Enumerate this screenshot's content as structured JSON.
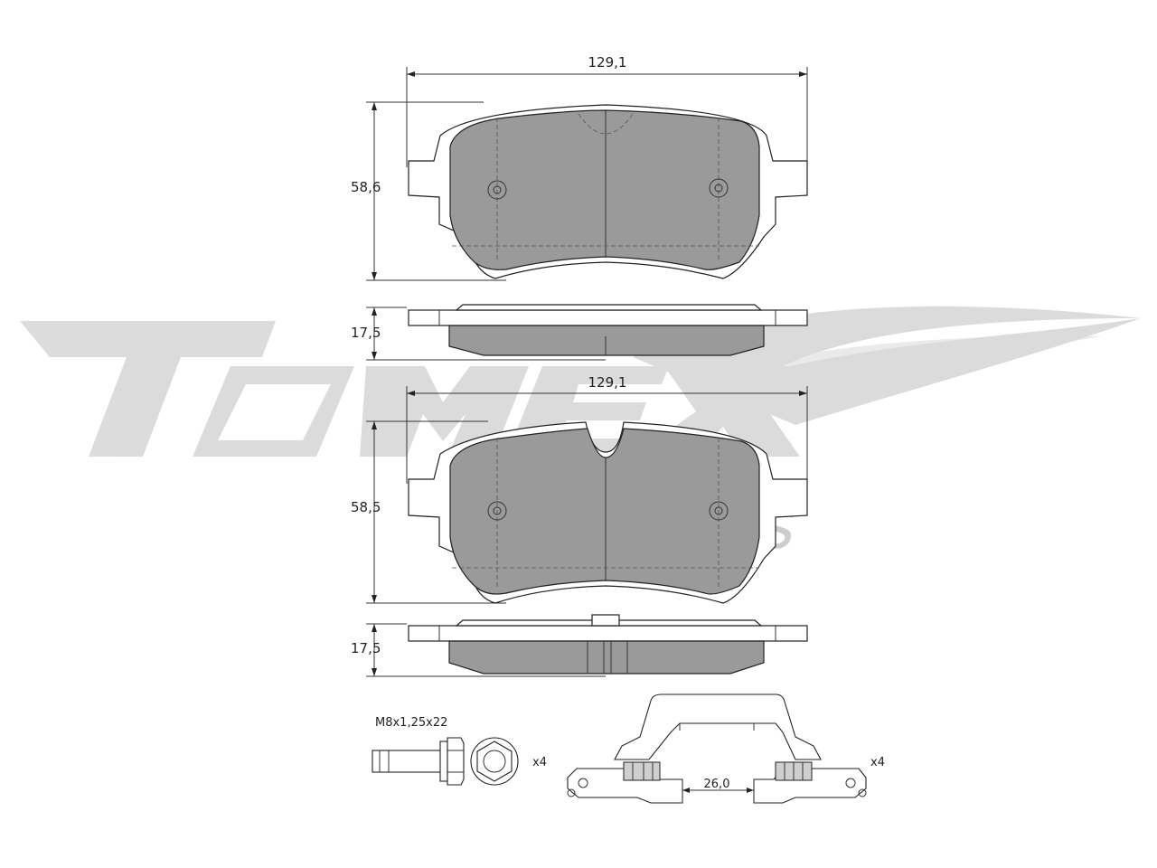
{
  "watermark": {
    "brand": "TOMEX",
    "subline": "brakes"
  },
  "pad_1": {
    "width": "129,1",
    "height": "58,6",
    "thickness": "17,5"
  },
  "pad_2": {
    "width": "129,1",
    "height": "58,5",
    "thickness": "17,5"
  },
  "bolt": {
    "spec": "M8x1,25x22",
    "qty": "x4"
  },
  "spring": {
    "width": "26,0",
    "qty": "x4"
  }
}
